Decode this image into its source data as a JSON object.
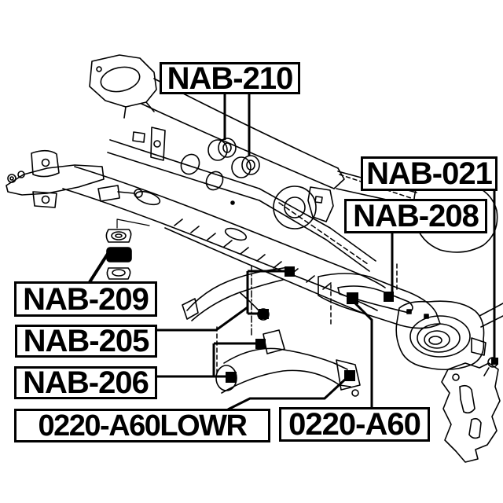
{
  "diagram": {
    "background_color": "#ffffff",
    "line_color": "#000000",
    "marker_color": "#000000",
    "labels": {
      "nab_210": "NAB-210",
      "nab_021": "NAB-021",
      "nab_208": "NAB-208",
      "nab_209": "NAB-209",
      "nab_205": "NAB-205",
      "nab_206": "NAB-206",
      "lowr_0220_a60": "0220-A60LOWR",
      "a60_0220": "0220-A60"
    }
  }
}
